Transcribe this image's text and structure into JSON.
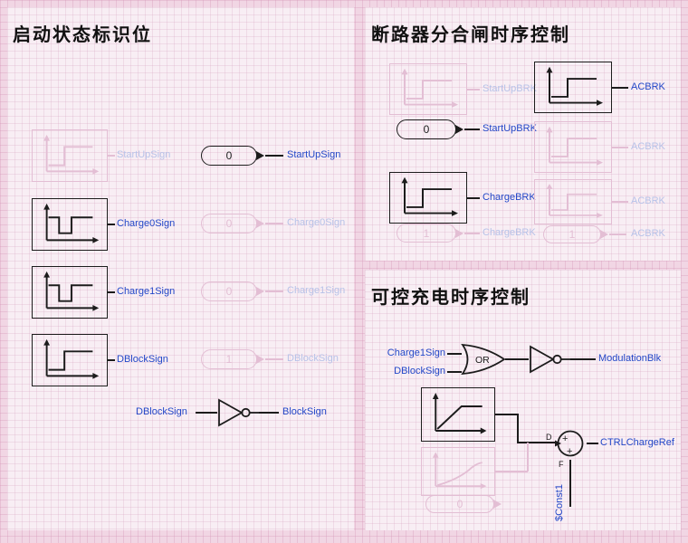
{
  "colors": {
    "canvas_bg": "#f1d6e4",
    "panel_bg": "#f8eef4",
    "ink": "#1c1c1c",
    "disabled_ink": "#e3bed4",
    "label_blue": "#2348c8",
    "label_pale": "#b7c2e8",
    "title": "#111111"
  },
  "panel_startup": {
    "title": "启动状态标识位",
    "rows": [
      {
        "signal": "StartUpSign",
        "value": "0"
      },
      {
        "signal": "Charge0Sign",
        "value": "0"
      },
      {
        "signal": "Charge1Sign",
        "value": "0"
      },
      {
        "signal": "DBlockSign",
        "value": "1"
      }
    ],
    "inverter": {
      "input": "DBlockSign",
      "output": "BlockSign"
    }
  },
  "panel_breaker": {
    "title": "断路器分合闸时序控制",
    "signals": {
      "startup": "StartUpBRK",
      "charge": "ChargeBRK",
      "ac": "ACBRK"
    },
    "consts": {
      "startup": "0",
      "charge": "1",
      "ac": "1"
    }
  },
  "panel_charge": {
    "title": "可控充电时序控制",
    "inputs": [
      "Charge1Sign",
      "DBlockSign"
    ],
    "or_label": "OR",
    "modulation_output": "ModulationBlk",
    "summer": {
      "port_d": "D",
      "port_f": "F",
      "sign_d": "+",
      "sign_f": "+"
    },
    "charge_ref_output": "CTRLChargeRef",
    "const_signal": "$Const1",
    "const_value": "0"
  }
}
